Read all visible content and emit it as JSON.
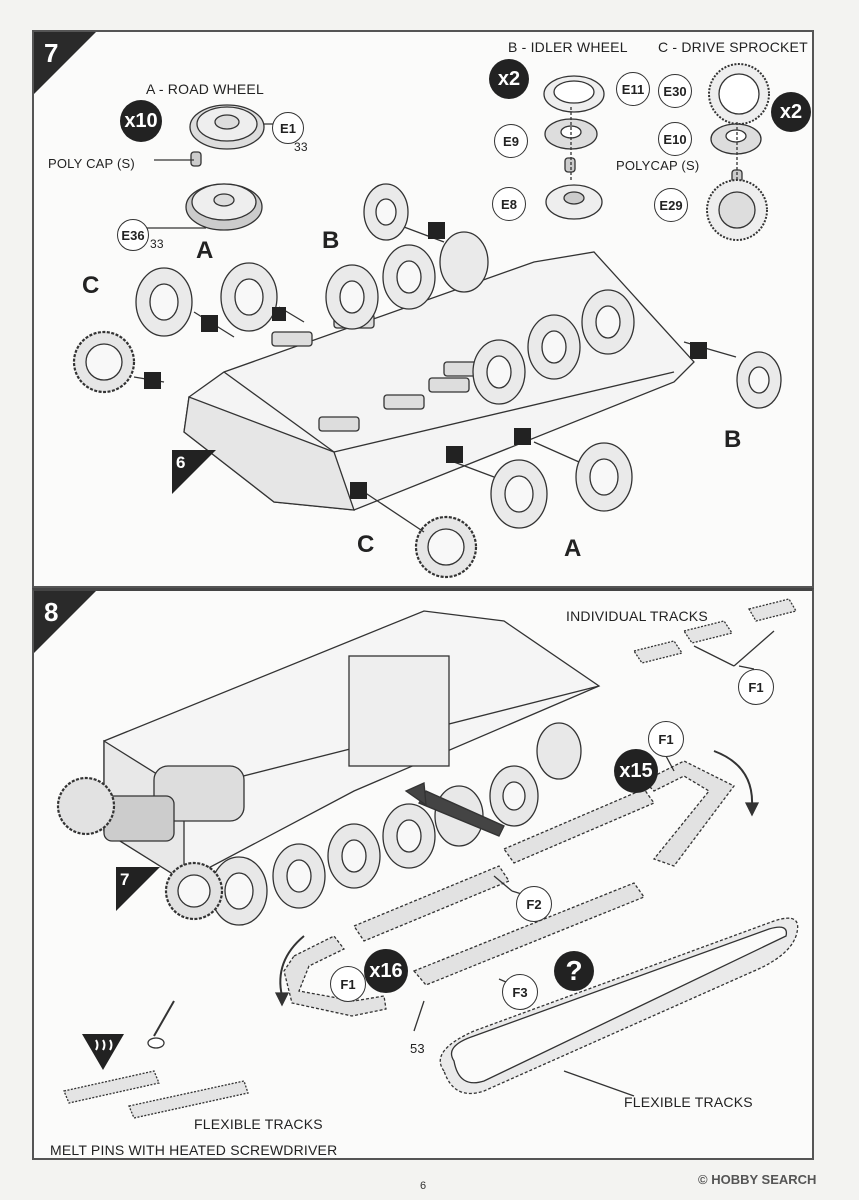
{
  "page": {
    "number": "6",
    "watermark": "HOBBY SEARCH",
    "watermark_mark": "©"
  },
  "step7": {
    "step_number": "7",
    "road_wheel": {
      "title": "A - ROAD WHEEL",
      "multiplier": "x10",
      "parts": [
        {
          "id": "E1",
          "qty": "33"
        },
        {
          "id": "E36",
          "qty": "33"
        }
      ],
      "polycap_label": "POLY CAP (S)"
    },
    "idler_wheel": {
      "title": "B - IDLER WHEEL",
      "multiplier": "x2",
      "parts": [
        "E11",
        "E9",
        "E8"
      ]
    },
    "drive_sprocket": {
      "title": "C - DRIVE SPROCKET",
      "multiplier": "x2",
      "parts": [
        "E30",
        "E10",
        "E29"
      ],
      "polycap_label": "POLYCAP (S)"
    },
    "letters": [
      "A",
      "B",
      "C",
      "A",
      "B",
      "C"
    ],
    "reference_step": "6"
  },
  "step8": {
    "step_number": "8",
    "individual_tracks_label": "INDIVIDUAL TRACKS",
    "individual_part": "F1",
    "upper_track": {
      "part": "F1",
      "multiplier": "x15"
    },
    "lower_track": {
      "part": "F1",
      "multiplier": "x16"
    },
    "f2": "F2",
    "f3": "F3",
    "count_53": "53",
    "flexible_tracks_right": "FLEXIBLE TRACKS",
    "flexible_tracks_left": "FLEXIBLE TRACKS",
    "melt_pins": "MELT PINS WITH HEATED SCREWDRIVER",
    "reference_step": "7",
    "question_mark": "?"
  }
}
